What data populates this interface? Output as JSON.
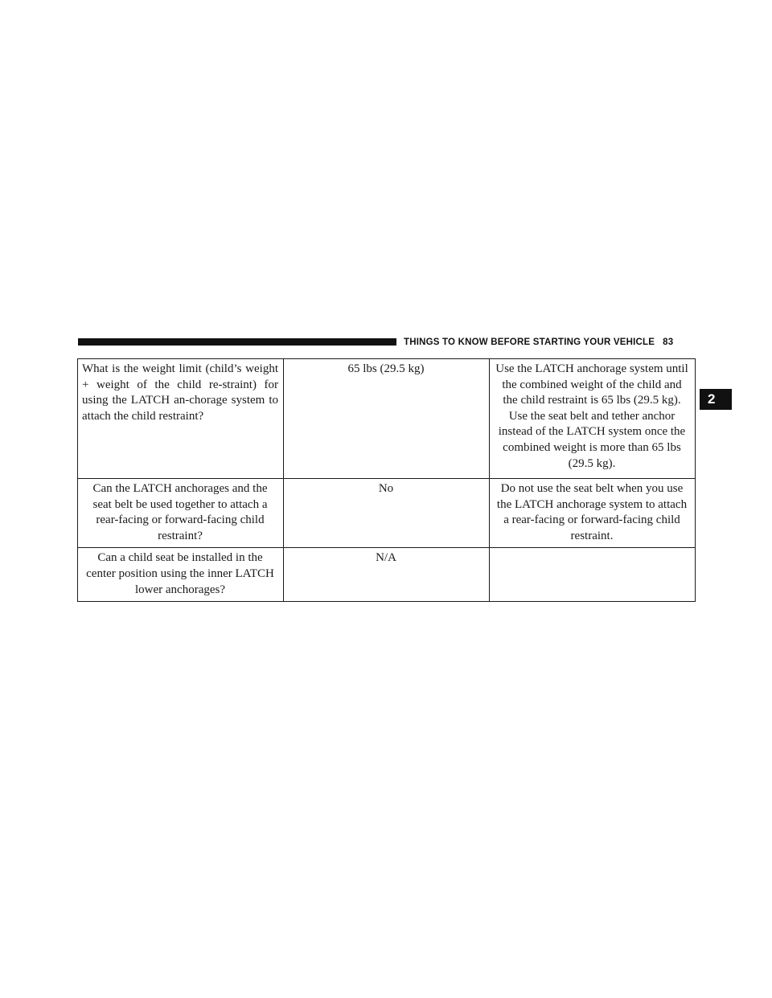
{
  "header": {
    "section_title": "THINGS TO KNOW BEFORE STARTING YOUR VEHICLE",
    "page_number": "83"
  },
  "chapter_tab": "2",
  "table": {
    "rows": [
      {
        "question": "What is the weight limit (child’s weight + weight of the child re-straint) for using the LATCH an-chorage system to attach the child restraint?",
        "answer": "65 lbs (29.5 kg)",
        "comment": "Use the LATCH anchorage system until the combined weight of the child and the child restraint is 65 lbs (29.5 kg). Use the seat belt and tether anchor instead of the LATCH system once the combined weight is more than 65 lbs (29.5 kg)."
      },
      {
        "question": "Can the LATCH anchorages and the seat belt be used together to attach a rear-facing or forward-facing child restraint?",
        "answer": "No",
        "comment": "Do not use the seat belt when you use the LATCH anchorage system to attach a rear-facing or forward-facing child restraint."
      },
      {
        "question": "Can a child seat be installed in the center position using the inner LATCH lower anchorages?",
        "answer": "N/A",
        "comment": ""
      }
    ]
  }
}
